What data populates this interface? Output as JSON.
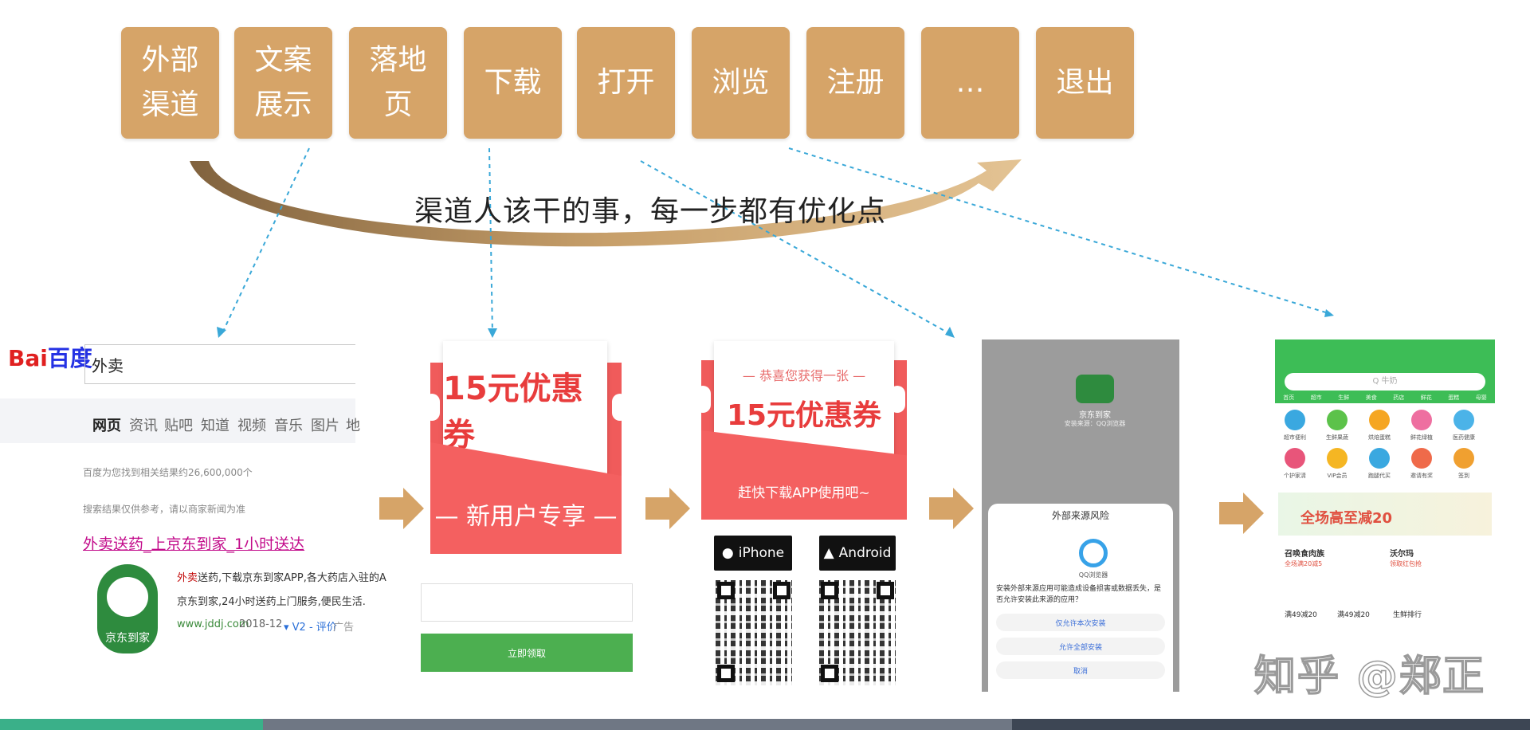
{
  "flow": {
    "steps": [
      "外部\n渠道",
      "文案\n展示",
      "落地\n页",
      "下载",
      "打开",
      "浏览",
      "注册",
      "…",
      "退出"
    ],
    "caption": "渠道人该干的事，每一步都有优化点"
  },
  "colors": {
    "step": "#d6a468",
    "coupon": "#f05b5b",
    "accent_green": "#3dbd56",
    "dashed": "#3aa8d8"
  },
  "baidu": {
    "logo_red": "Bai",
    "logo_blue": "百度",
    "query": "外卖",
    "tabs": [
      "网页",
      "资讯",
      "贴吧",
      "知道",
      "视频",
      "音乐",
      "图片",
      "地"
    ],
    "results_count": "百度为您找到相关结果约26,600,000个",
    "notice": "搜索结果仅供参考，请以商家新闻为准",
    "result_title": "外卖送药_上京东到家_1小时送达",
    "result_line1_highlight": "外卖",
    "result_line1": "送药,下载京东到家APP,各大药店入驻的A",
    "result_line2": "京东到家,24小时送药上门服务,便民生活.",
    "result_url": "www.jddj.com",
    "result_date": "2018-12",
    "result_tags": "▾  V2 - 评价",
    "result_ad": "广告",
    "logo_text": "京东到家"
  },
  "landing": {
    "coupon": "15元优惠券",
    "banner": "— 新用户专享 —",
    "button": "立即领取"
  },
  "download": {
    "subtitle": "— 恭喜您获得一张 —",
    "coupon": "15元优惠券",
    "cta": "赶快下载APP使用吧~",
    "iphone": "iPhone",
    "android": "Android"
  },
  "install": {
    "app_name": "京东到家",
    "app_source": "安装来源：QQ浏览器",
    "sheet_title": "外部来源风险",
    "browser": "QQ浏览器",
    "warning": "安装外部来源应用可能造成设备损害或数据丢失，是否允许安装此来源的应用？",
    "opt1": "仅允许本次安装",
    "opt2": "允许全部安装",
    "opt3": "取消"
  },
  "home": {
    "search": "Q 牛奶",
    "cats": [
      "首页",
      "超市",
      "生鲜",
      "美食",
      "药店",
      "鲜花",
      "蛋糕",
      "母婴"
    ],
    "icons_row1": [
      "超市便利",
      "生鲜果蔬",
      "烘焙蛋糕",
      "鲜花绿植",
      "医药健康"
    ],
    "icons_row2": [
      "个护家清",
      "VIP会员",
      "跑腿代买",
      "邀请有奖",
      "签到"
    ],
    "banner": "全场高至减20",
    "card1_title": "召唤食肉族",
    "card1_sub": "全场满20减5",
    "card2_title": "沃尔玛",
    "card2_sub": "领取红包抢",
    "deals": [
      "满49减20",
      "满49减20",
      "生鲜排行"
    ]
  },
  "watermark": "知乎 @郑正"
}
